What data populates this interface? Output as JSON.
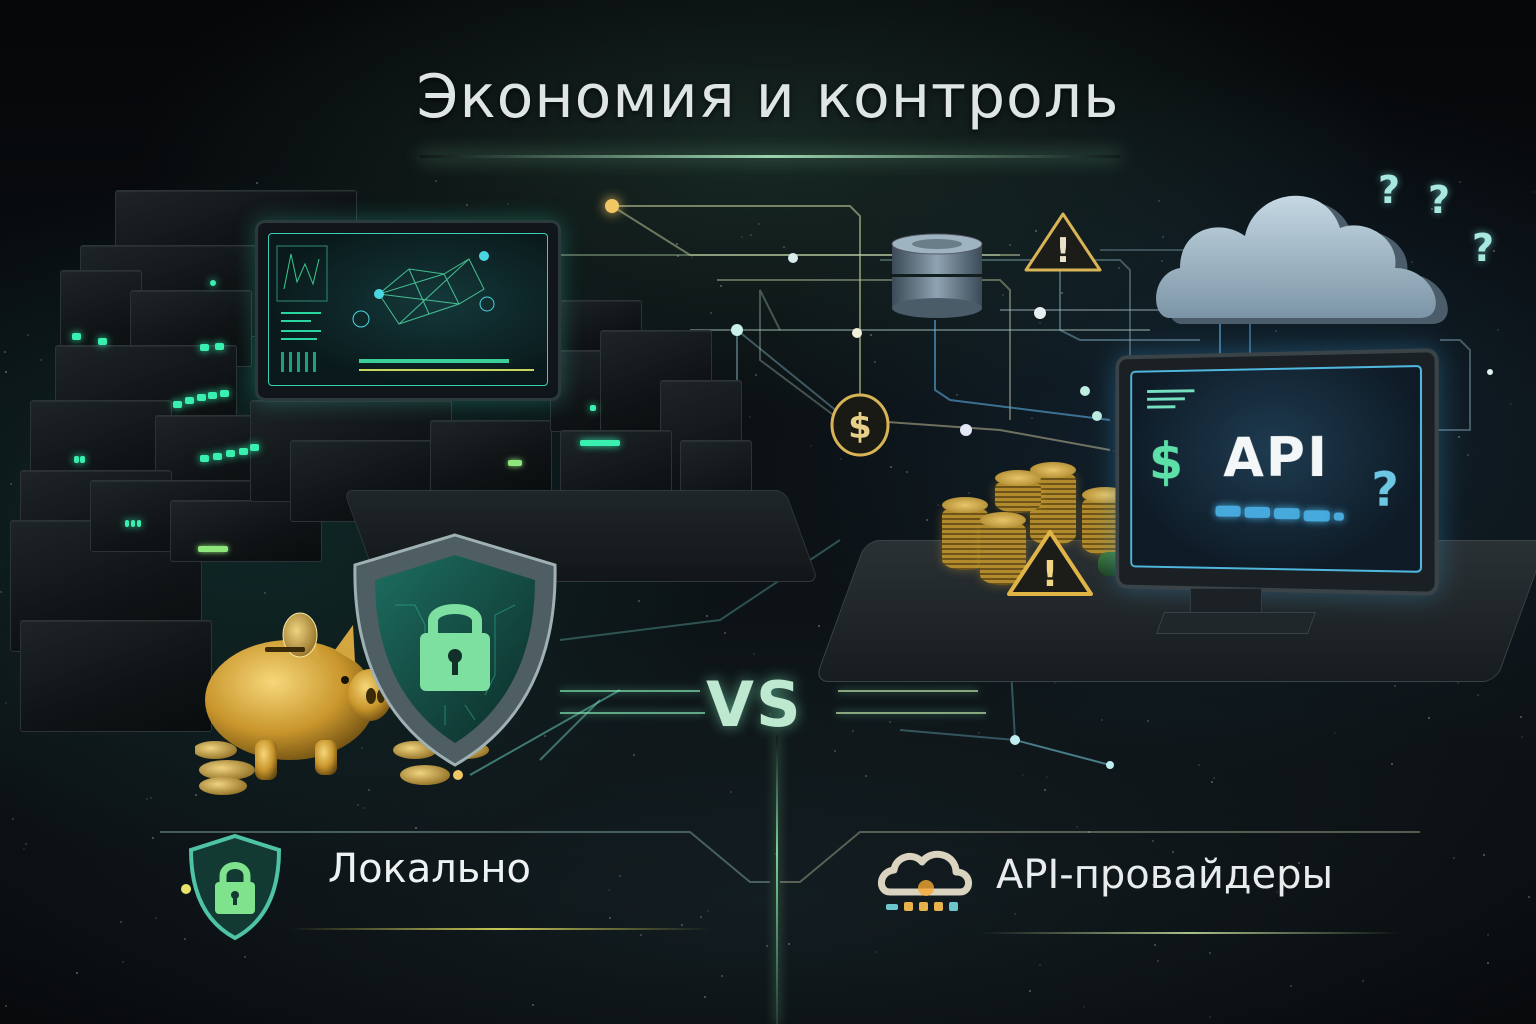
{
  "title": "Экономия и контроль",
  "vs_label": "VS",
  "left_side": {
    "label": "Локально",
    "icon": "shield-lock-icon",
    "illustration": [
      "server-stack",
      "monitor-dashboard",
      "piggy-bank",
      "shield-lock",
      "coins"
    ],
    "accent_color": "#3ad6a6"
  },
  "right_side": {
    "label": "API-провайдеры",
    "icon": "cloud-icon",
    "monitor": {
      "text": "API",
      "dollar_symbol": "$",
      "question_symbol": "?"
    },
    "cloud_questions": [
      "?",
      "?",
      "?"
    ],
    "illustration": [
      "cloud",
      "database",
      "warning-triangle",
      "coin-stacks",
      "api-monitor"
    ],
    "accent_color": "#4fb6de"
  },
  "network": {
    "dollar_node": "$",
    "warning_symbol": "!"
  },
  "colors": {
    "background": "#07090b",
    "title": "#dfe5e6",
    "gold": "#d9b457",
    "green_glow": "#8fe6b4"
  }
}
